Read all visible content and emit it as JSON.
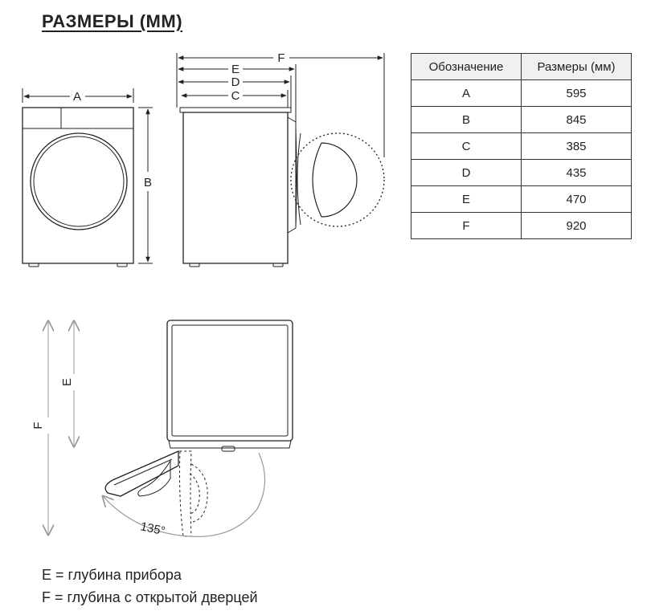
{
  "title": "РАЗМЕРЫ (ММ)",
  "labels": {
    "A": "A",
    "B": "B",
    "C": "C",
    "D": "D",
    "E": "E",
    "F": "F",
    "angle": "135°"
  },
  "table": {
    "headers": [
      "Обозначение",
      "Размеры (мм)"
    ],
    "rows": [
      [
        "A",
        "595"
      ],
      [
        "B",
        "845"
      ],
      [
        "C",
        "385"
      ],
      [
        "D",
        "435"
      ],
      [
        "E",
        "470"
      ],
      [
        "F",
        "920"
      ]
    ]
  },
  "legend": {
    "e": "E = глубина прибора",
    "f": "F = глубина с открытой дверцей"
  }
}
